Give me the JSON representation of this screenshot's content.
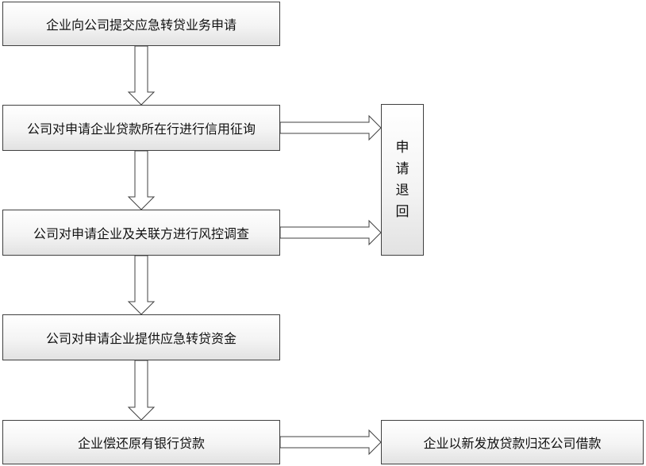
{
  "diagram": {
    "steps": [
      "企业向公司提交应急转贷业务申请",
      "公司对申请企业贷款所在行进行信用征询",
      "公司对申请企业及关联方进行风控调查",
      "公司对申请企业提供应急转贷资金",
      "企业偿还原有银行贷款"
    ],
    "reject_box": [
      "申",
      "请",
      "退",
      "回"
    ],
    "final_box": "企业以新发放贷款归还公司借款"
  }
}
